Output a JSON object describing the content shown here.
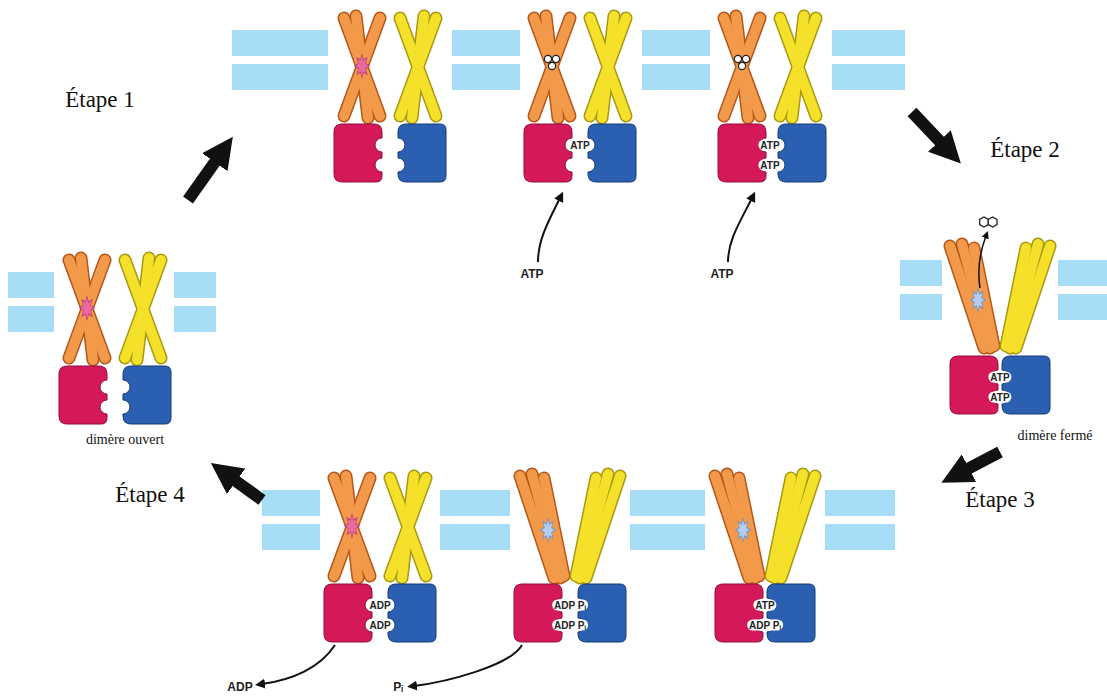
{
  "diagram": {
    "labels": [
      "Étape 1",
      "ATP",
      "ATP",
      "ATP",
      "ATP",
      "ATP",
      "Étape 2",
      "ATP",
      "ATP",
      "dimère ouvert",
      "dimère fermé",
      "Étape 4",
      "Étape 3",
      "ADP",
      "ADP",
      "ADP",
      "ADP Pᵢ",
      "ADP Pᵢ",
      "Pᵢ",
      "ATP",
      "ADP Pᵢ"
    ]
  }
}
